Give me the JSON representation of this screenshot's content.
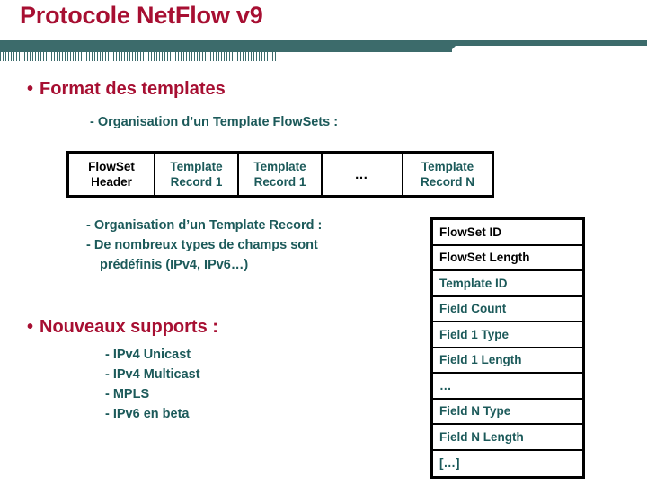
{
  "slide": {
    "title": "Protocole NetFlow v9",
    "title_color": "#a70f32",
    "accent_color": "#3c6b6b",
    "body_color": "#1c5a5a"
  },
  "sections": {
    "format": {
      "bullet": "•",
      "heading": "Format des templates",
      "sub_line": "- Organisation d’un Template FlowSets :"
    },
    "mid_block": {
      "line1": "- Organisation d’un Template Record :",
      "line2": "- De nombreux types de champs sont",
      "line3": "prédéfinis (IPv4, IPv6…)"
    },
    "supports": {
      "bullet": "•",
      "heading": "Nouveaux supports :",
      "items": [
        "- IPv4 Unicast",
        "- IPv4 Multicast",
        "- MPLS",
        "- IPv6 en beta"
      ]
    }
  },
  "flowset_table": {
    "cells": [
      {
        "line1": "FlowSet",
        "line2": "Header",
        "style": "dark"
      },
      {
        "line1": "Template",
        "line2": "Record 1",
        "style": "teal"
      },
      {
        "line1": "Template",
        "line2": "Record 1",
        "style": "teal"
      },
      {
        "line1": "…",
        "line2": "",
        "style": "ellipsis"
      },
      {
        "line1": "Template",
        "line2": "Record N",
        "style": "teal"
      }
    ]
  },
  "record_table": {
    "rows": [
      {
        "label": "FlowSet ID",
        "style": "dark"
      },
      {
        "label": "FlowSet Length",
        "style": "dark"
      },
      {
        "label": "Template ID",
        "style": "teal"
      },
      {
        "label": "Field Count",
        "style": "teal"
      },
      {
        "label": "Field 1 Type",
        "style": "teal"
      },
      {
        "label": "Field 1 Length",
        "style": "teal"
      },
      {
        "label": "…",
        "style": "teal"
      },
      {
        "label": "Field N Type",
        "style": "teal"
      },
      {
        "label": "Field N Length",
        "style": "teal"
      },
      {
        "label": "[…]",
        "style": "teal"
      }
    ]
  }
}
